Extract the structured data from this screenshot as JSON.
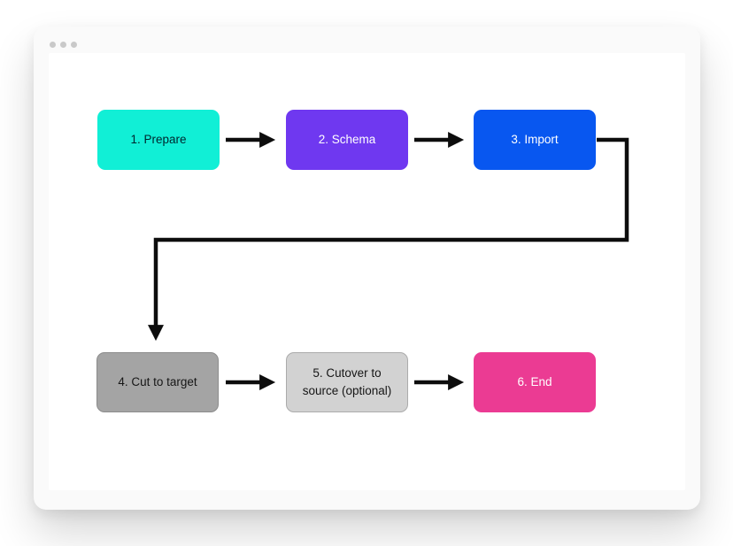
{
  "window": {
    "type": "browser-mockup-frame",
    "background": "#fafafa",
    "canvas_background": "#ffffff",
    "control_dots_count": 3,
    "control_dots_color": "#c9c9c9"
  },
  "diagram": {
    "type": "flowchart",
    "edge_color": "#0d0d0d",
    "nodes": [
      {
        "id": "prepare",
        "label": "1. Prepare",
        "fill": "#11EFD6",
        "text": "#00262E",
        "border": ""
      },
      {
        "id": "schema",
        "label": "2. Schema",
        "fill": "#6F38F0",
        "text": "#FFFFFF",
        "border": ""
      },
      {
        "id": "import",
        "label": "3. Import",
        "fill": "#0857F0",
        "text": "#FFFFFF",
        "border": ""
      },
      {
        "id": "cut-to-target",
        "label": "4. Cut to target",
        "fill": "#A4A4A4",
        "text": "#161616",
        "border": "#8C8C8C"
      },
      {
        "id": "cutover-optional",
        "label": "5. Cutover to source (optional)",
        "fill": "#D2D2D2",
        "text": "#161616",
        "border": "#ABABAB"
      },
      {
        "id": "end",
        "label": "6. End",
        "fill": "#EB3B93",
        "text": "#FFFFFF",
        "border": ""
      }
    ],
    "edges": [
      {
        "from": "1. Prepare",
        "to": "2. Schema"
      },
      {
        "from": "2. Schema",
        "to": "3. Import"
      },
      {
        "from": "3. Import",
        "to": "4. Cut to target"
      },
      {
        "from": "4. Cut to target",
        "to": "5. Cutover to source (optional)"
      },
      {
        "from": "5. Cutover to source (optional)",
        "to": "6. End"
      }
    ]
  }
}
